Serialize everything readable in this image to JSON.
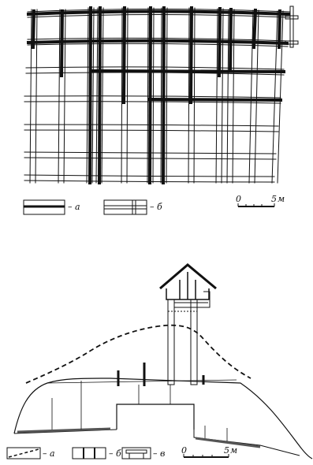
{
  "plan": {
    "legend": [
      {
        "key": "a",
        "label": "– а"
      },
      {
        "key": "b",
        "label": "– б"
      }
    ],
    "scale": {
      "start": "0",
      "end": "5",
      "unit": "м"
    }
  },
  "section": {
    "legend": [
      {
        "key": "a",
        "label": "– а"
      },
      {
        "key": "b",
        "label": "– б"
      },
      {
        "key": "c",
        "label": "– в"
      }
    ],
    "scale": {
      "start": "0",
      "end": "5",
      "unit": "м"
    }
  }
}
